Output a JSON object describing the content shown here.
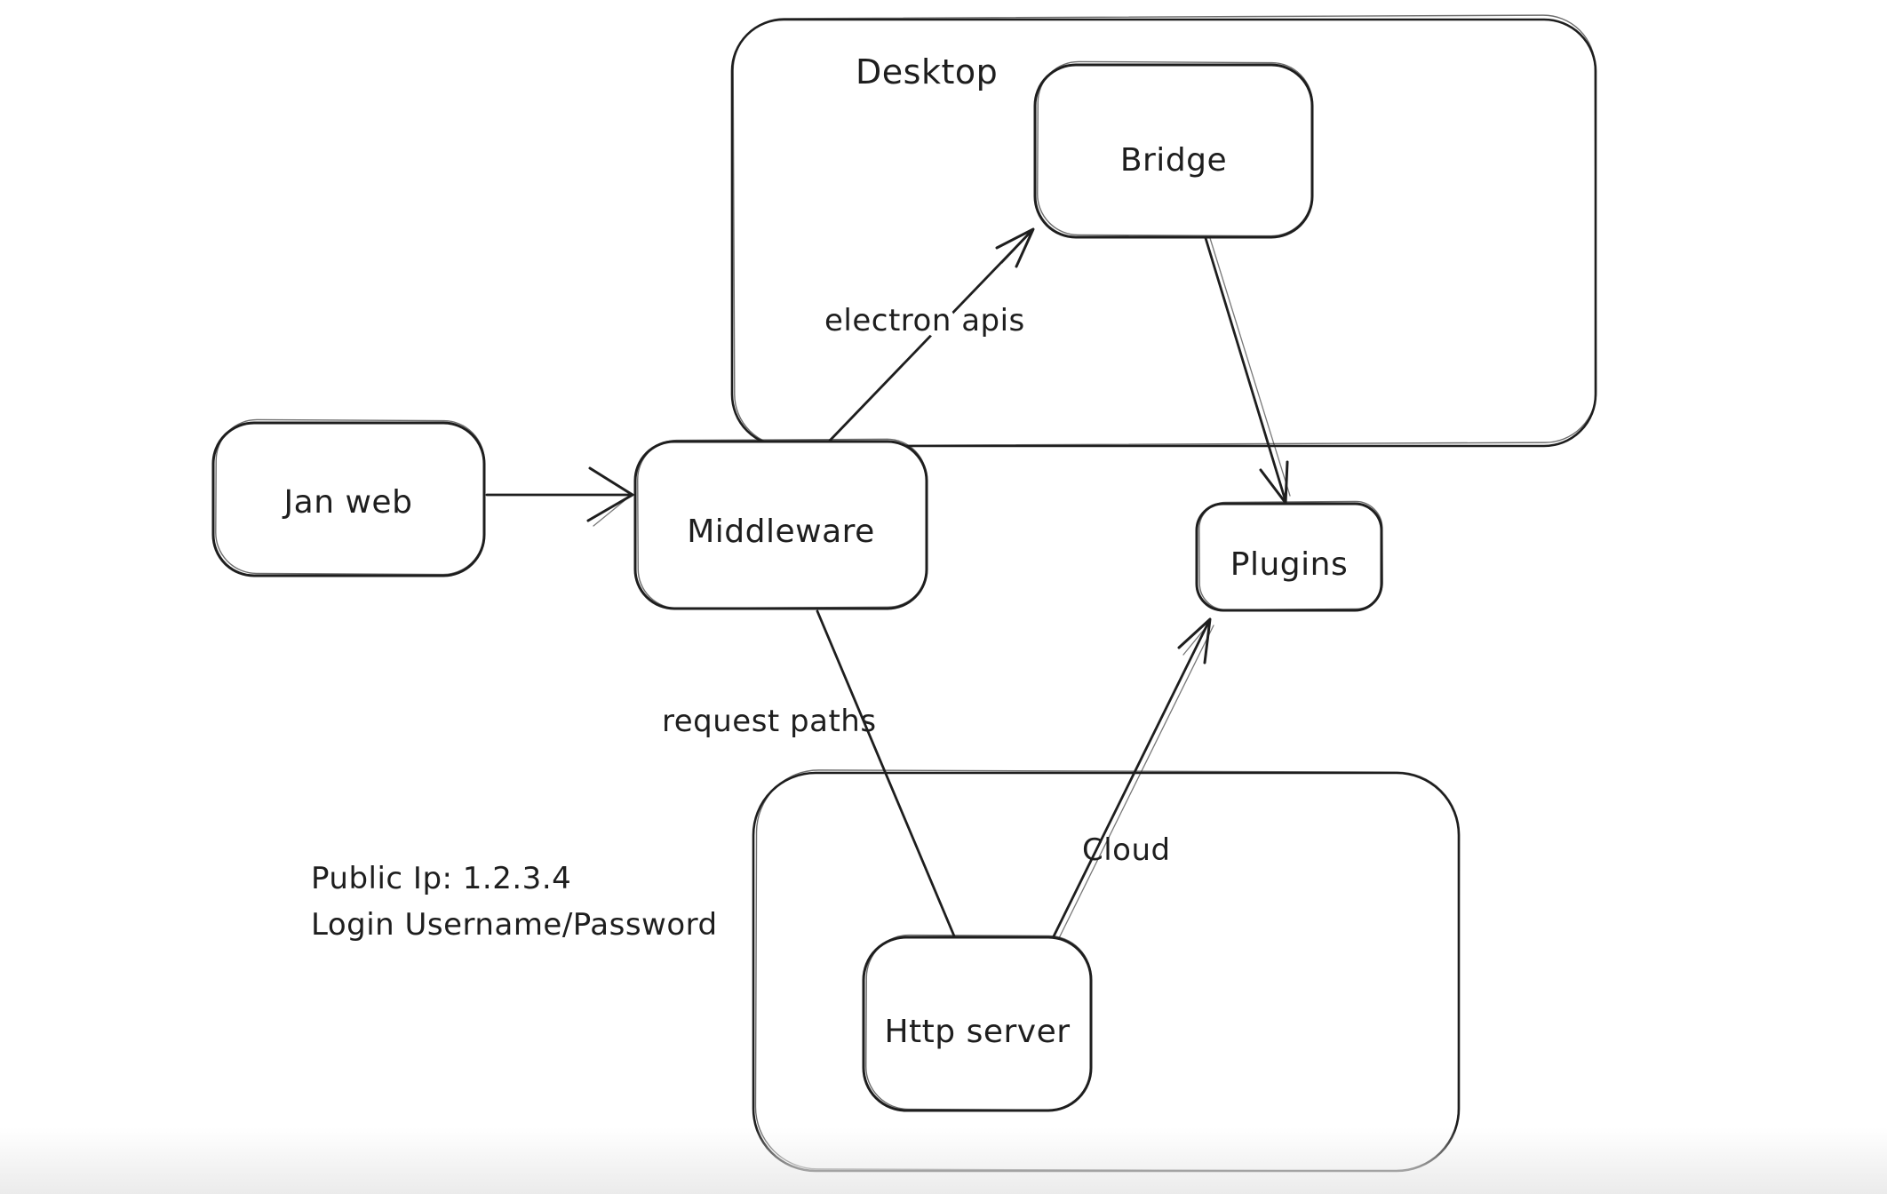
{
  "colors": {
    "background": "#ffffff",
    "stroke": "#1e1e1e",
    "bottom_fade": "#ebebeb"
  },
  "containers": {
    "desktop": {
      "label": "Desktop"
    },
    "cloud": {
      "label": "Cloud"
    }
  },
  "nodes": {
    "jan_web": {
      "label": "Jan web"
    },
    "middleware": {
      "label": "Middleware"
    },
    "bridge": {
      "label": "Bridge"
    },
    "plugins": {
      "label": "Plugins"
    },
    "http_server": {
      "label": "Http server"
    }
  },
  "edges": {
    "jan_web_to_middleware": {
      "from": "Jan web",
      "to": "Middleware",
      "label": ""
    },
    "middleware_to_bridge": {
      "from": "Middleware",
      "to": "Bridge",
      "label": "electron apis"
    },
    "bridge_to_plugins": {
      "from": "Bridge",
      "to": "Plugins",
      "label": ""
    },
    "http_server_to_plugins": {
      "from": "Http server",
      "to": "Plugins",
      "label": ""
    },
    "middleware_to_http_server": {
      "from": "Middleware",
      "to": "Http server",
      "label": "request paths"
    }
  },
  "annotations": {
    "public_ip": {
      "text": "Public Ip: 1.2.3.4"
    },
    "login": {
      "text": "Login Username/Password"
    }
  }
}
